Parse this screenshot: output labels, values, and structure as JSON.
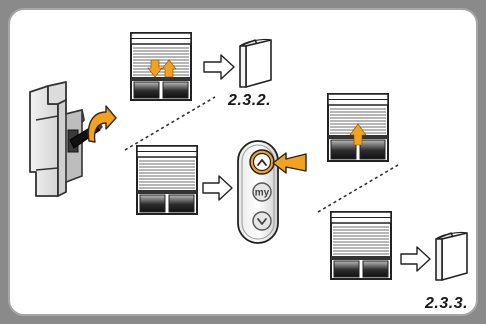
{
  "references": {
    "step_a": "2.3.2.",
    "step_b": "2.3.3."
  },
  "remote_buttons": {
    "up": "up-chevron-icon",
    "my": "my",
    "down": "down-chevron-icon"
  },
  "colors": {
    "arrow_orange": "#f5a21a",
    "highlight_ring": "#f5a21a",
    "frame": "#a6a6a6",
    "outline": "#222222"
  }
}
